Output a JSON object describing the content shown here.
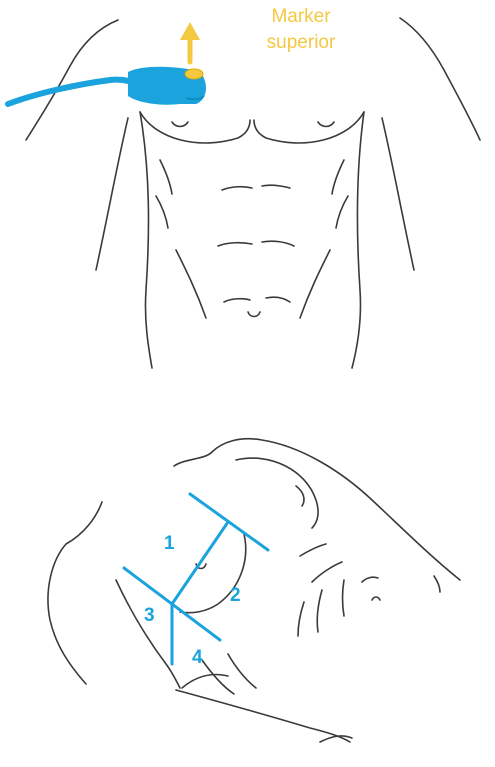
{
  "figure_top": {
    "marker_label_line1": "Marker",
    "marker_label_line2": "superior",
    "marker_color": "#f5c842",
    "probe_color": "#1aa3dc"
  },
  "figure_bottom": {
    "zones": [
      "1",
      "2",
      "3",
      "4"
    ],
    "line_color": "#1aa3dc"
  }
}
